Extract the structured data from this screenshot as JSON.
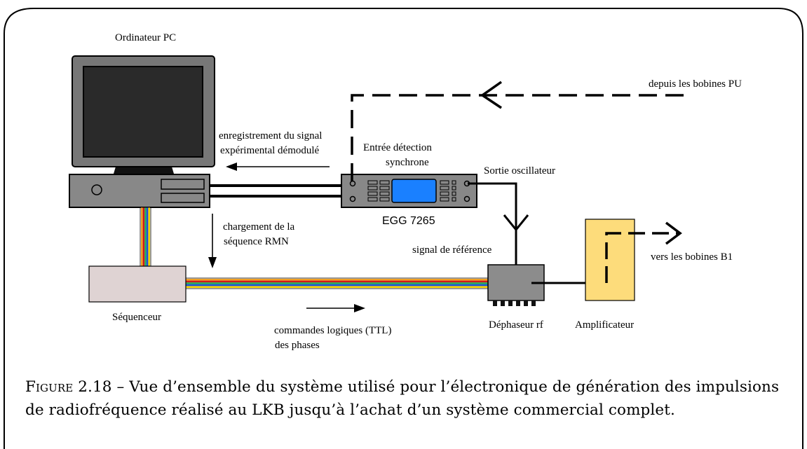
{
  "labels": {
    "computer": "Ordinateur PC",
    "from_pu_coils": "depuis les bobines PU",
    "recording_line1": "enregistrement du signal",
    "recording_line2": "expérimental démodulé",
    "sync_input_line1": "Entrée détection",
    "sync_input_line2": "synchrone",
    "oscillator_output": "Sortie oscillateur",
    "lockin_model": "EGG 7265",
    "loading_line1": "chargement de la",
    "loading_line2": "séquence RMN",
    "reference_signal": "signal de référence",
    "to_b1_coils": "vers les bobines B1",
    "sequencer": "Séquenceur",
    "logic_commands_line1": "commandes logiques (TTL)",
    "logic_commands_line2": "des phases",
    "rf_phase_shifter": "Déphaseur rf",
    "amplifier": "Amplificateur"
  },
  "caption": {
    "figure_label": "Figure 2.18",
    "separator": " – ",
    "text": "Vue d’ensemble du système utilisé pour l’électronique de génération des impulsions de radiofréquence réalisé au LKB jusqu’à l’achat d’un système commercial complet."
  },
  "colors": {
    "monitor_body": "#777777",
    "screen": "#2a2a2a",
    "pc_unit": "#888888",
    "lcd": "#1a80ff",
    "sequencer": "#dfd3d3",
    "phase_shifter": "#8c8c8c",
    "amplifier": "#fddc7b",
    "ribbon": [
      "#f4a020",
      "#d01818",
      "#22a850",
      "#1a4fd8",
      "#f4d000"
    ]
  }
}
